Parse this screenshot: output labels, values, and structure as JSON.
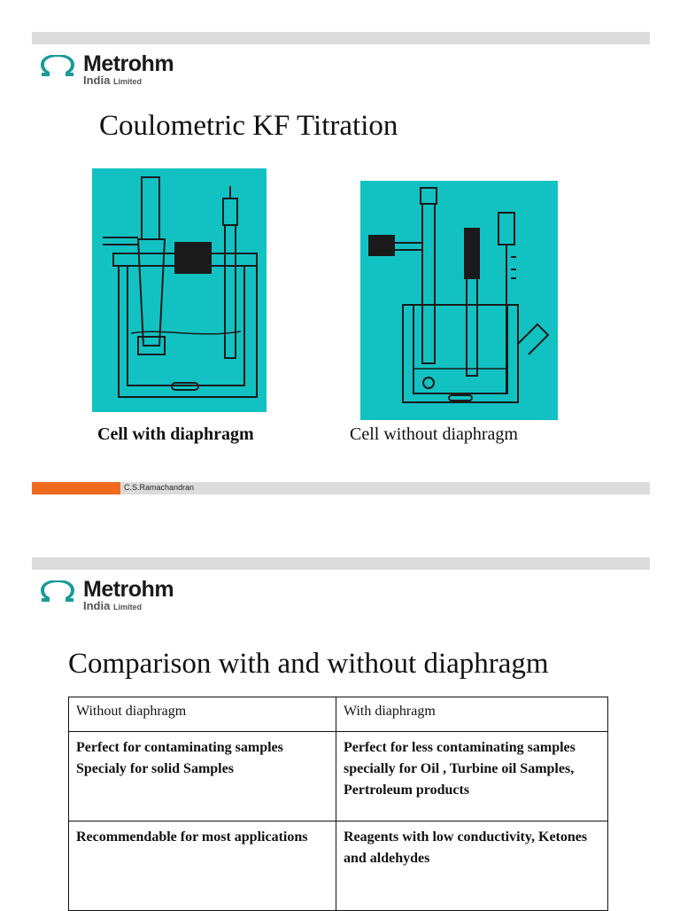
{
  "slide1": {
    "logo": {
      "name": "Metrohm",
      "sub": "India",
      "sub_small": "Limited"
    },
    "title": "Coulometric KF Titration",
    "figures": [
      {
        "caption": "Cell with diaphragm"
      },
      {
        "caption": "Cell without diaphragm"
      }
    ],
    "footer": "C.S.Ramachandran"
  },
  "slide2": {
    "logo": {
      "name": "Metrohm",
      "sub": "India",
      "sub_small": "Limited"
    },
    "title": "Comparison with and without diaphragm",
    "table": {
      "headers": [
        "Without diaphragm",
        "With diaphragm"
      ],
      "rows": [
        [
          "Perfect for contaminating samples Specialy for solid Samples",
          "Perfect for less contaminating samples specially for Oil , Turbine oil  Samples, Pertroleum products"
        ],
        [
          "Recommendable for most applications",
          "Reagents with low conductivity, Ketones and aldehydes"
        ]
      ]
    }
  },
  "colors": {
    "figure_bg": "#12c2c2",
    "accent": "#f06a1e",
    "bar": "#dcdcdc",
    "logo_mark": "#1a9a9a"
  }
}
